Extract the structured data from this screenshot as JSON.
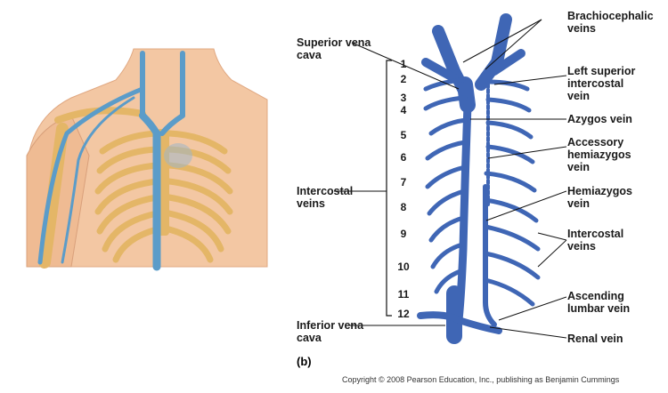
{
  "labels": {
    "brachiocephalic": "Brachiocephalic\nveins",
    "superior_vena_cava": "Superior vena\ncava",
    "left_superior_intercostal": "Left superior\nintercostal\nvein",
    "azygos": "Azygos vein",
    "accessory_hemiazygos": "Accessory\nhemiazygos\nvein",
    "intercostal_left": "Intercostal\nveins",
    "hemiazygos": "Hemiazygos\nvein",
    "intercostal_right": "Intercostal\nveins",
    "ascending_lumbar": "Ascending\nlumbar vein",
    "inferior_vena_cava": "Inferior vena\ncava",
    "renal": "Renal vein"
  },
  "rib_numbers": [
    "1",
    "2",
    "3",
    "4",
    "5",
    "6",
    "7",
    "8",
    "9",
    "10",
    "11",
    "12"
  ],
  "panel_letter": "(b)",
  "copyright": "Copyright © 2008 Pearson Education, Inc., publishing as Benjamin Cummings",
  "colors": {
    "vein": "#3f66b5",
    "vein_dark": "#2c4d96",
    "vein_light": "#86a6df",
    "skin": "#f3c7a3",
    "rib": "#e4b667",
    "vessel_blue": "#5b9cc9",
    "leader": "#111111"
  }
}
